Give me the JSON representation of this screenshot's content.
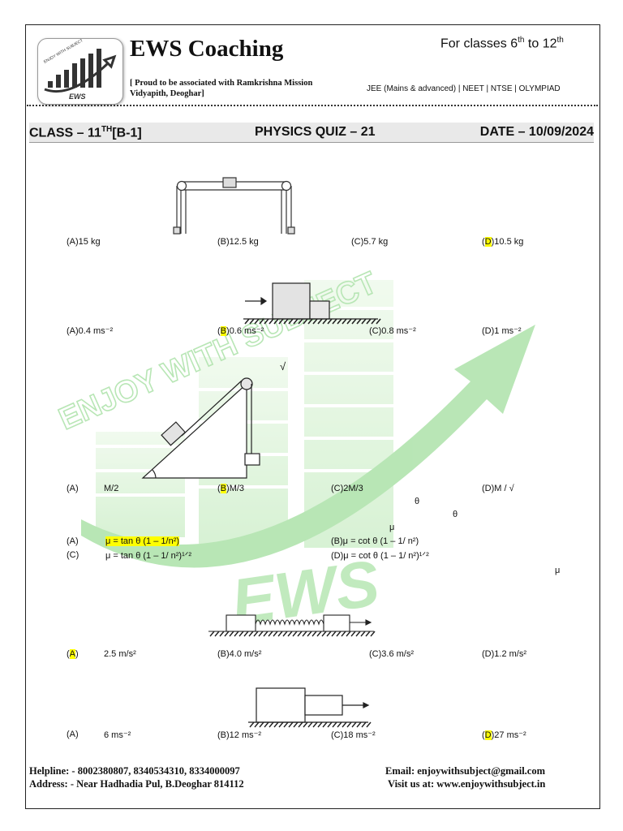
{
  "header": {
    "brand": "EWS Coaching",
    "tagline": "[ Proud to be associated with Ramkrishna Mission Vidyapith, Deoghar]",
    "classes_prefix": "For classes 6",
    "classes_mid": " to 12",
    "sup": "th",
    "exams": "JEE (Mains & advanced) | NEET | NTSE | OLYMPIAD",
    "logo_text": "ENJOY WITH SUBJECT",
    "logo_mark": "EWS"
  },
  "title_bar": {
    "class_label": "CLASS – 11",
    "class_sup": "TH",
    "class_batch": "[B-1]",
    "quiz": "PHYSICS QUIZ – 21",
    "date": "DATE – 10/09/2024"
  },
  "watermark": {
    "text": "ENJOY WITH SUBJECT",
    "mark": "EWS"
  },
  "questions": [
    {
      "options": [
        {
          "pre": "(A)",
          "text": "15 kg"
        },
        {
          "pre": "(B)",
          "text": "12.5 kg"
        },
        {
          "pre": "(C)",
          "text": "5.7 kg"
        },
        {
          "pre": "(D)",
          "text": "10.5 kg",
          "answer": true
        }
      ]
    },
    {
      "options": [
        {
          "pre": "(A)",
          "text": "0.4 ms⁻²"
        },
        {
          "pre": "(B)",
          "text": "0.6 ms⁻²",
          "answer": true
        },
        {
          "pre": "(C)",
          "text": "0.8 ms⁻²"
        },
        {
          "pre": "(D)",
          "text": "1 ms⁻²"
        }
      ]
    },
    {
      "options": [
        {
          "pre": "(A)",
          "text": "M/2"
        },
        {
          "pre": "(B)",
          "text": "M/3",
          "answer": true
        },
        {
          "pre": "(C)",
          "text": "2M/3"
        },
        {
          "pre": "(D)",
          "text": "M / √"
        }
      ],
      "symbols": [
        "θ",
        "θ",
        "μ",
        "√"
      ]
    },
    {
      "options": [
        {
          "pre": "(A)",
          "text": "μ  = tan  θ  (1 – 1/n²)",
          "answer": true
        },
        {
          "pre": "(B)",
          "text": "μ  = cot  θ  (1 – 1/ n²)"
        },
        {
          "pre": "(C)",
          "text": "μ  = tan  θ  (1 – 1/ n²)¹ᐟ²"
        },
        {
          "pre": "(D)",
          "text": "μ  = cot  θ  (1 – 1/ n²)¹ᐟ²"
        }
      ],
      "symbols": [
        "μ"
      ]
    },
    {
      "options": [
        {
          "pre": "(A)",
          "text": "2.5 m/s²",
          "answer": true
        },
        {
          "pre": "(B)",
          "text": "4.0 m/s²"
        },
        {
          "pre": "(C)",
          "text": "3.6 m/s²"
        },
        {
          "pre": "(D)",
          "text": "1.2 m/s²"
        }
      ]
    },
    {
      "options": [
        {
          "pre": "(A)",
          "text": "6 ms⁻²"
        },
        {
          "pre": "(B)",
          "text": "12 ms⁻²"
        },
        {
          "pre": "(C)",
          "text": "18 ms⁻²"
        },
        {
          "pre": "(D)",
          "text": "27 ms⁻²",
          "answer": true
        }
      ]
    }
  ],
  "footer": {
    "helpline": "Helpline: - 8002380807, 8340534310, 8334000097",
    "address": "Address: - Near Hadhadia Pul, B.Deoghar 814112",
    "email": "Email: enjoywithsubject@gmail.com",
    "visit": "Visit us at: www.enjoywithsubject.in"
  },
  "colors": {
    "highlight": "#ffff00",
    "watermark_green": "#8fd98a",
    "accent_green": "#3cb54a"
  }
}
